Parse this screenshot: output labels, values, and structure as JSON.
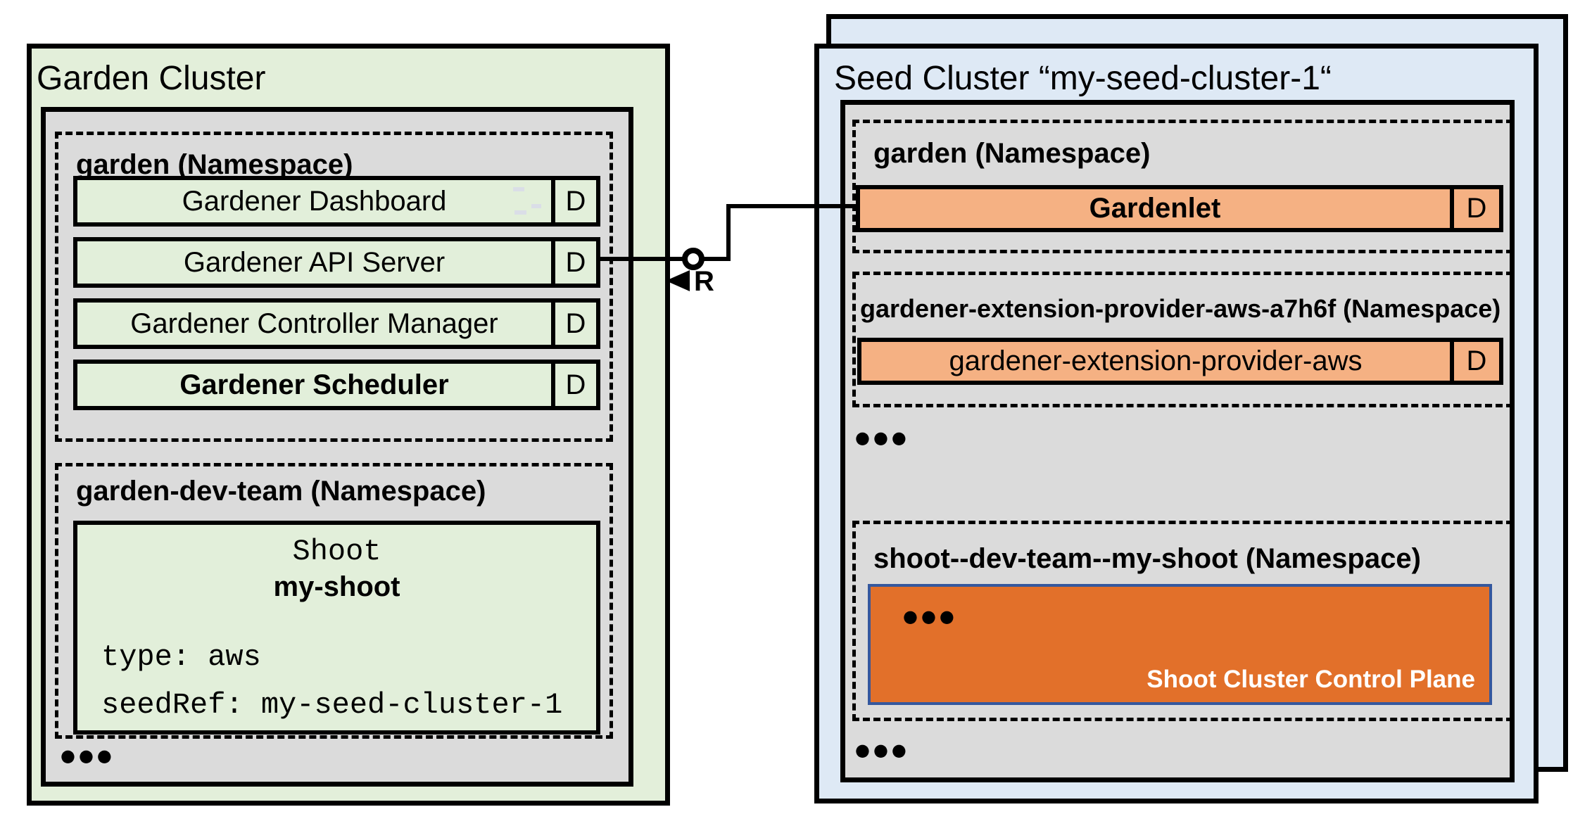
{
  "colors": {
    "cluster_green": "#e3efda",
    "component_green": "#e2efda",
    "panel_gray": "#dbdbdb",
    "cluster_blue": "#dee9f5",
    "component_orange": "#f5b183",
    "control_plane_orange": "#e2702a",
    "control_plane_border_blue": "#35589e",
    "line_black": "#000000"
  },
  "ellipsis": "●●●",
  "connector": {
    "read_label": "R"
  },
  "garden_cluster": {
    "title": "Garden Cluster",
    "namespaces": [
      {
        "label": "garden (Namespace)",
        "components": [
          {
            "name": "Gardener Dashboard",
            "badge": "D"
          },
          {
            "name": "Gardener API Server",
            "badge": "D"
          },
          {
            "name": "Gardener Controller Manager",
            "badge": "D"
          },
          {
            "name": "Gardener Scheduler",
            "badge": "D"
          }
        ]
      },
      {
        "label": "garden-dev-team (Namespace)",
        "shoot": {
          "kind": "Shoot",
          "name": "my-shoot",
          "spec": [
            "type: aws",
            "seedRef: my-seed-cluster-1"
          ]
        }
      }
    ]
  },
  "seed_cluster": {
    "title": "Seed Cluster “my-seed-cluster-1“",
    "namespaces": [
      {
        "label": "garden (Namespace)",
        "components": [
          {
            "name": "Gardenlet",
            "badge": "D"
          }
        ]
      },
      {
        "label": "gardener-extension-provider-aws-a7h6f (Namespace)",
        "components": [
          {
            "name": "gardener-extension-provider-aws",
            "badge": "D"
          }
        ]
      },
      {
        "label": "shoot--dev-team--my-shoot (Namespace)",
        "control_plane": {
          "label": "Shoot Cluster Control Plane"
        }
      }
    ]
  }
}
